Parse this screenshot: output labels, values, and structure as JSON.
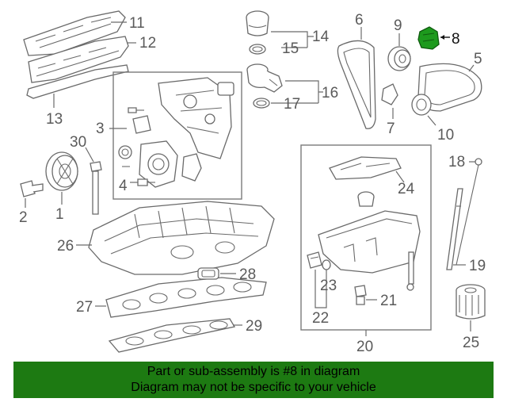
{
  "diagram": {
    "callouts": [
      "1",
      "2",
      "3",
      "4",
      "5",
      "6",
      "7",
      "8",
      "9",
      "10",
      "11",
      "12",
      "13",
      "14",
      "15",
      "16",
      "17",
      "18",
      "19",
      "20",
      "21",
      "22",
      "23",
      "24",
      "25",
      "26",
      "27",
      "28",
      "29",
      "30"
    ],
    "highlight_part": "8",
    "highlight_color": "#1d9a1d"
  },
  "banner": {
    "line1": "Part or sub-assembly is #8 in diagram",
    "line2": "Diagram may not be specific to your vehicle",
    "background": "#1d7a12"
  }
}
